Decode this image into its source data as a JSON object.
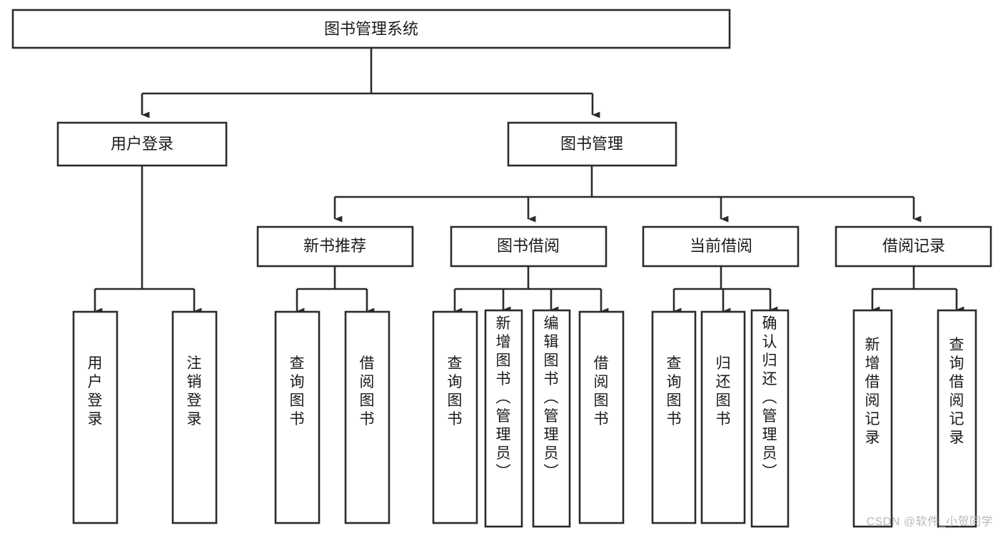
{
  "diagram": {
    "title": "图书管理系统",
    "type": "tree",
    "orientation": "top-down",
    "watermark": "CSDN @软件_小贺同学",
    "colors": {
      "box_fill": "#ffffff",
      "box_stroke": "#2b2b2b",
      "text": "#1a1a1a",
      "background": "#ffffff",
      "watermark": "#b9b9b9"
    },
    "levels": {
      "root": {
        "label": "图书管理系统"
      },
      "level2": [
        {
          "label": "用户登录"
        },
        {
          "label": "图书管理"
        }
      ],
      "level3": [
        {
          "label": "新书推荐"
        },
        {
          "label": "图书借阅"
        },
        {
          "label": "当前借阅"
        },
        {
          "label": "借阅记录"
        }
      ],
      "level4": [
        {
          "label": "用户登录",
          "parent": "用户登录"
        },
        {
          "label": "注销登录",
          "parent": "用户登录"
        },
        {
          "label": "查询图书",
          "parent": "新书推荐"
        },
        {
          "label": "借阅图书",
          "parent": "新书推荐"
        },
        {
          "label": "查询图书",
          "parent": "图书借阅"
        },
        {
          "label": "新增图书（管理员）",
          "parent": "图书借阅"
        },
        {
          "label": "编辑图书（管理员）",
          "parent": "图书借阅"
        },
        {
          "label": "借阅图书",
          "parent": "图书借阅"
        },
        {
          "label": "查询图书",
          "parent": "当前借阅"
        },
        {
          "label": "归还图书",
          "parent": "当前借阅"
        },
        {
          "label": "确认归还（管理员）",
          "parent": "当前借阅"
        },
        {
          "label": "新增借阅记录",
          "parent": "借阅记录"
        },
        {
          "label": "查询借阅记录",
          "parent": "借阅记录"
        }
      ]
    }
  },
  "chart_data": {
    "type": "table",
    "title": "图书管理系统",
    "nodes": [
      {
        "id": "root",
        "label": "图书管理系统",
        "level": 1,
        "parent": null
      },
      {
        "id": "n2a",
        "label": "用户登录",
        "level": 2,
        "parent": "root"
      },
      {
        "id": "n2b",
        "label": "图书管理",
        "level": 2,
        "parent": "root"
      },
      {
        "id": "n3a",
        "label": "新书推荐",
        "level": 3,
        "parent": "n2b"
      },
      {
        "id": "n3b",
        "label": "图书借阅",
        "level": 3,
        "parent": "n2b"
      },
      {
        "id": "n3c",
        "label": "当前借阅",
        "level": 3,
        "parent": "n2b"
      },
      {
        "id": "n3d",
        "label": "借阅记录",
        "level": 3,
        "parent": "n2b"
      },
      {
        "id": "n4a",
        "label": "用户登录",
        "level": 4,
        "parent": "n2a"
      },
      {
        "id": "n4b",
        "label": "注销登录",
        "level": 4,
        "parent": "n2a"
      },
      {
        "id": "n4c",
        "label": "查询图书",
        "level": 4,
        "parent": "n3a"
      },
      {
        "id": "n4d",
        "label": "借阅图书",
        "level": 4,
        "parent": "n3a"
      },
      {
        "id": "n4e",
        "label": "查询图书",
        "level": 4,
        "parent": "n3b"
      },
      {
        "id": "n4f",
        "label": "新增图书（管理员）",
        "level": 4,
        "parent": "n3b"
      },
      {
        "id": "n4g",
        "label": "编辑图书（管理员）",
        "level": 4,
        "parent": "n3b"
      },
      {
        "id": "n4h",
        "label": "借阅图书",
        "level": 4,
        "parent": "n3b"
      },
      {
        "id": "n4i",
        "label": "查询图书",
        "level": 4,
        "parent": "n3c"
      },
      {
        "id": "n4j",
        "label": "归还图书",
        "level": 4,
        "parent": "n3c"
      },
      {
        "id": "n4k",
        "label": "确认归还（管理员）",
        "level": 4,
        "parent": "n3c"
      },
      {
        "id": "n4l",
        "label": "新增借阅记录",
        "level": 4,
        "parent": "n3d"
      },
      {
        "id": "n4m",
        "label": "查询借阅记录",
        "level": 4,
        "parent": "n3d"
      }
    ]
  }
}
